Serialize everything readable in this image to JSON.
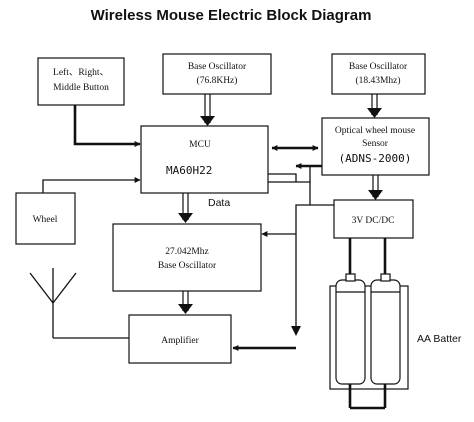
{
  "title": "Wireless Mouse Electric Block Diagram",
  "blocks": {
    "buttons": {
      "line1": "Left、Right、",
      "line2": "Middle Button"
    },
    "base_osc_1": {
      "line1": "Base Oscillator",
      "line2": "(76.8KHz)"
    },
    "base_osc_2": {
      "line1": "Base Oscillator",
      "line2": "(18.43Mhz)"
    },
    "mcu": {
      "line1": "MCU",
      "line2": "MA60H22"
    },
    "sensor": {
      "line1": "Optical wheel mouse",
      "line2": "Sensor",
      "line3": "(ADNS-2000)"
    },
    "wheel": {
      "label": "Wheel"
    },
    "dcdc": {
      "label": "3V DC/DC"
    },
    "osc_27": {
      "line1": "27.042Mhz",
      "line2": "Base Oscillator"
    },
    "amplifier": {
      "label": "Amplifier"
    },
    "battery": {
      "label": "AA Batter"
    }
  },
  "annotations": {
    "data": "Data"
  }
}
